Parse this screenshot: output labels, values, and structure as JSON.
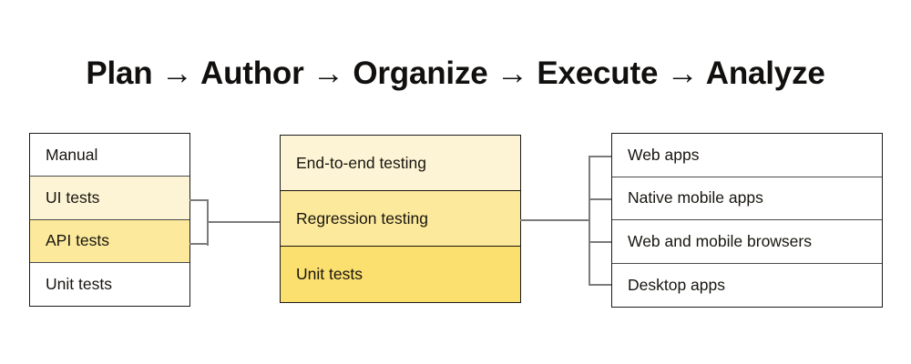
{
  "title": "Plan → Author → Organize → Execute → Analyze",
  "palette": {
    "ink": "#12100e",
    "box_border": "#1b1b1b",
    "row_divider": "#4a4a4a",
    "connector": "#7b7b7b",
    "white": "#ffffff",
    "yellow_light": "#FDF4D5",
    "yellow_medium": "#FCE99B",
    "yellow_strong": "#FBDF6F"
  },
  "columns": {
    "left": {
      "name": "test-types",
      "rows": [
        {
          "label": "Manual",
          "fill": "#ffffff"
        },
        {
          "label": "UI tests",
          "fill": "#FDF4D5"
        },
        {
          "label": "API tests",
          "fill": "#FCE99B"
        },
        {
          "label": "Unit tests",
          "fill": "#ffffff"
        }
      ]
    },
    "middle": {
      "name": "test-levels",
      "rows": [
        {
          "label": "End-to-end testing",
          "fill": "#FDF4D5"
        },
        {
          "label": "Regression testing",
          "fill": "#FCE99B"
        },
        {
          "label": "Unit tests",
          "fill": "#FBDF6F"
        }
      ]
    },
    "right": {
      "name": "targets",
      "rows": [
        {
          "label": "Web apps",
          "fill": "#ffffff"
        },
        {
          "label": "Native mobile apps",
          "fill": "#ffffff"
        },
        {
          "label": "Web and mobile browsers",
          "fill": "#ffffff"
        },
        {
          "label": "Desktop apps",
          "fill": "#ffffff"
        }
      ]
    }
  },
  "connectors": [
    {
      "name": "left-bracket",
      "from": "test-types",
      "to": "test-levels"
    },
    {
      "name": "right-bracket",
      "from": "test-levels",
      "to": "targets"
    }
  ]
}
